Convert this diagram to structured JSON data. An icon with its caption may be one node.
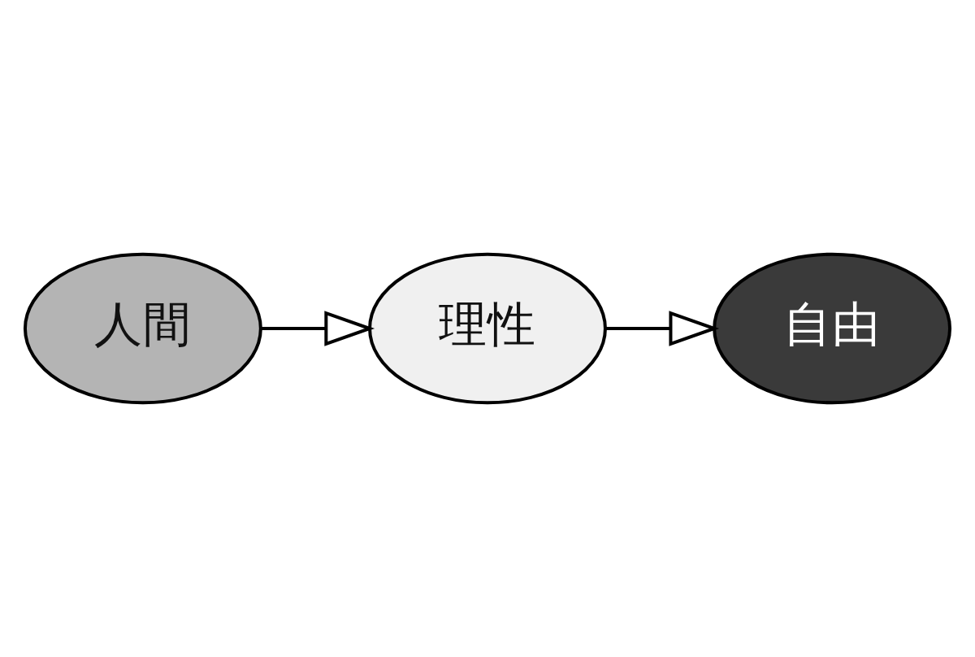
{
  "diagram": {
    "nodes": [
      {
        "text": [
          "人間"
        ]
      },
      {
        "text": [
          "理性"
        ]
      },
      {
        "text": [
          "自由"
        ]
      }
    ],
    "edges": [
      {
        "from": 0,
        "to": 1,
        "arrow": "to"
      },
      {
        "from": 1,
        "to": 2,
        "arrow": "to"
      }
    ]
  }
}
